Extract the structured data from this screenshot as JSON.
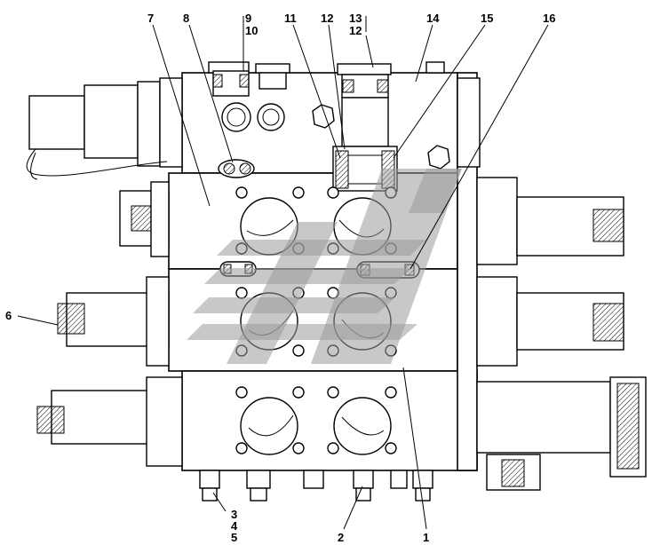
{
  "callouts": {
    "c1": "1",
    "c2": "2",
    "c3": "3",
    "c4": "4",
    "c5": "5",
    "c6": "6",
    "c7": "7",
    "c8": "8",
    "c9": "9",
    "c10": "10",
    "c11": "11",
    "c12a": "12",
    "c12b": "12",
    "c13": "13",
    "c14": "14",
    "c15": "15",
    "c16": "16"
  },
  "colors": {
    "line": "#000000",
    "watermark": "#9a9a9a",
    "background": "#ffffff"
  }
}
